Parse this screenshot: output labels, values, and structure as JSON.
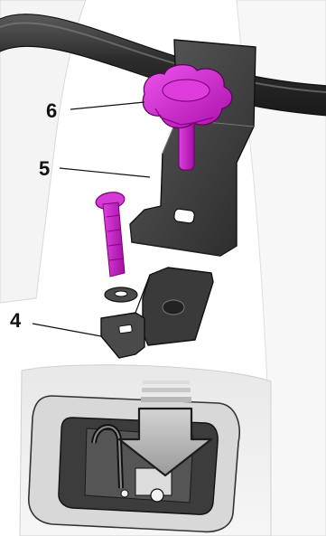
{
  "callouts": [
    {
      "number": "6",
      "part": "knob"
    },
    {
      "number": "5",
      "part": "bracket"
    },
    {
      "number": "4",
      "part": "latch-plate"
    }
  ],
  "colors": {
    "knob": "#cc22cc",
    "bolt": "#cc22cc",
    "metal_dark": "#2e2e2e",
    "metal_mid": "#555555",
    "rail": "#333333",
    "panel_light": "#f1f1f1",
    "arrow_fill": "#a9a9a9",
    "arrow_stroke": "#1c1c1c"
  }
}
